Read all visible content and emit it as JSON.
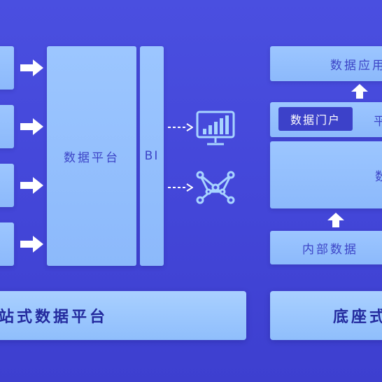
{
  "left": {
    "platform_label": "数据平台",
    "bi_label": "BI",
    "bottom_label": "站式数据平台"
  },
  "right": {
    "data_app_label": "数据应用",
    "portal_label": "数据门户",
    "platform_partial_label": "平",
    "data_partial_label": "数",
    "internal_data_label": "内部数据",
    "bottom_label": "底座式"
  },
  "icons": {
    "monitor": "bar-chart-monitor-icon",
    "network": "network-graph-icon"
  },
  "colors": {
    "background": "#4549dc",
    "box": "#95c0fd",
    "portal": "#3c41c9",
    "text_dark": "#232a9e",
    "icon_light": "#a8d4ff"
  }
}
